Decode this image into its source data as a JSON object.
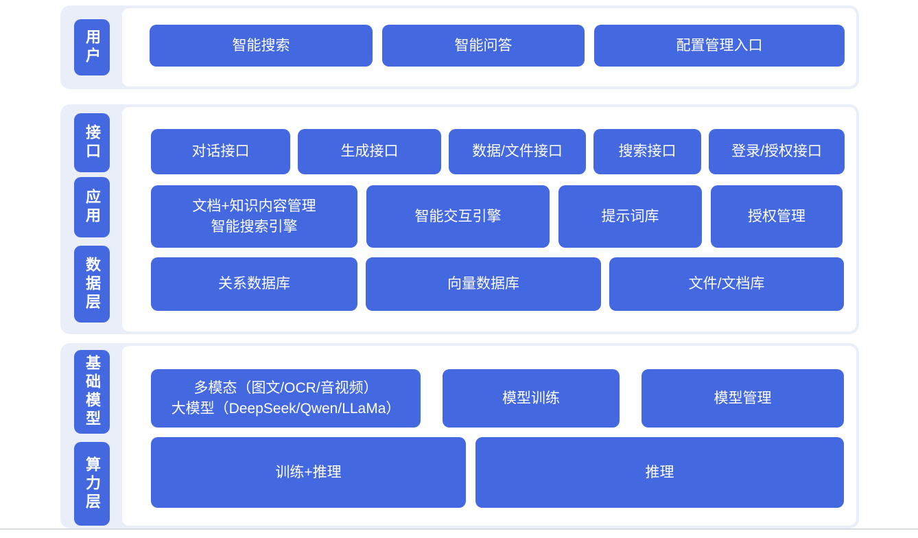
{
  "colors": {
    "accent": "#4468E0",
    "band_bg": "#E9EEF8",
    "panel_bg": "#FFFFFF",
    "text_on_accent": "#FFFFFF",
    "divider": "#D8DCE0"
  },
  "bands": [
    {
      "side_labels": [
        {
          "text": "用户"
        }
      ],
      "rows": [
        {
          "boxes": [
            {
              "lines": [
                "智能搜索"
              ]
            },
            {
              "lines": [
                "智能问答"
              ]
            },
            {
              "lines": [
                "配置管理入口"
              ]
            }
          ]
        }
      ]
    },
    {
      "side_labels": [
        {
          "text": "接口"
        },
        {
          "text": "应用"
        },
        {
          "text": "数据层"
        }
      ],
      "rows": [
        {
          "boxes": [
            {
              "lines": [
                "对话接口"
              ]
            },
            {
              "lines": [
                "生成接口"
              ]
            },
            {
              "lines": [
                "数据/文件接口"
              ]
            },
            {
              "lines": [
                "搜索接口"
              ]
            },
            {
              "lines": [
                "登录/授权接口"
              ]
            }
          ]
        },
        {
          "boxes": [
            {
              "lines": [
                "文档+知识内容管理",
                "智能搜索引擎"
              ]
            },
            {
              "lines": [
                "智能交互引擎"
              ]
            },
            {
              "lines": [
                "提示词库"
              ]
            },
            {
              "lines": [
                "授权管理"
              ]
            }
          ]
        },
        {
          "boxes": [
            {
              "lines": [
                "关系数据库"
              ]
            },
            {
              "lines": [
                "向量数据库"
              ]
            },
            {
              "lines": [
                "文件/文档库"
              ]
            }
          ]
        }
      ]
    },
    {
      "side_labels": [
        {
          "text": "基础模型"
        },
        {
          "text": "算力层"
        }
      ],
      "rows": [
        {
          "boxes": [
            {
              "lines": [
                "多模态（图文/OCR/音视频）",
                "大模型（DeepSeek/Qwen/LLaMa）"
              ]
            },
            {
              "lines": [
                "模型训练"
              ]
            },
            {
              "lines": [
                "模型管理"
              ]
            }
          ]
        },
        {
          "boxes": [
            {
              "lines": [
                "训练+推理"
              ]
            },
            {
              "lines": [
                "推理"
              ]
            }
          ]
        }
      ]
    }
  ]
}
